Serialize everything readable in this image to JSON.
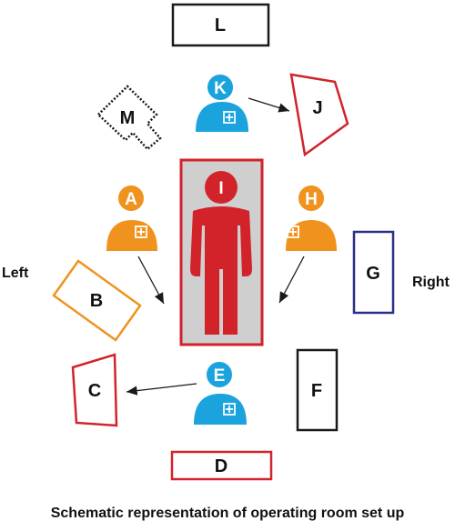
{
  "colors": {
    "blue": "#1aa3dc",
    "orange": "#f0921e",
    "red": "#d2232a",
    "navy": "#2a2f86",
    "black": "#1a1a1a",
    "table_fill": "#cfcfcf"
  },
  "labels": {
    "L": "L",
    "K": "K",
    "J": "J",
    "M": "M",
    "I": "I",
    "A": "A",
    "H": "H",
    "B": "B",
    "G": "G",
    "F": "F",
    "E": "E",
    "C": "C",
    "D": "D"
  },
  "side_left": "Left",
  "side_right": "Right",
  "caption": "Schematic representation of operating room set up",
  "icons": {
    "person": "person-icon",
    "badge": "plus-badge-icon",
    "patient": "patient-figure-icon"
  }
}
